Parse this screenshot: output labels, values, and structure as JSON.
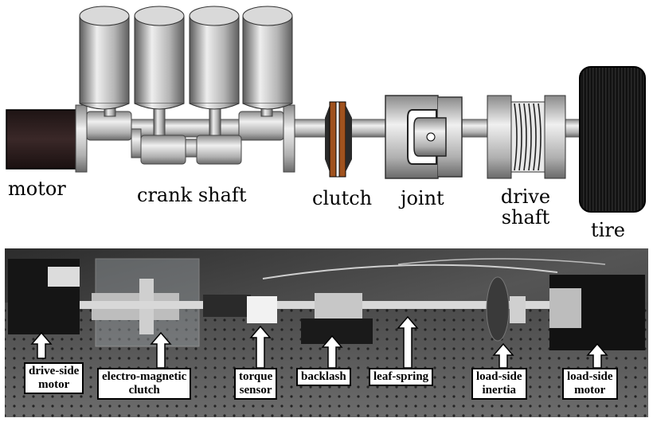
{
  "schematic": {
    "labels": {
      "motor": "motor",
      "crank_shaft": "crank shaft",
      "clutch": "clutch",
      "joint": "joint",
      "drive_shaft_line1": "drive",
      "drive_shaft_line2": "shaft",
      "tire": "tire"
    }
  },
  "photo": {
    "labels": {
      "drive_side_motor_line1": "drive-side",
      "drive_side_motor_line2": "motor",
      "electro_magnetic_clutch_line1": "electro-magnetic",
      "electro_magnetic_clutch_line2": "clutch",
      "torque_sensor_line1": "torque",
      "torque_sensor_line2": "sensor",
      "backlash": "backlash",
      "leaf_spring": "leaf-spring",
      "load_side_inertia_line1": "load-side",
      "load_side_inertia_line2": "inertia",
      "load_side_motor_line1": "load-side",
      "load_side_motor_line2": "motor"
    }
  },
  "colors": {
    "metal_light": "#e6e6e6",
    "metal_mid": "#9a9a9a",
    "metal_dark": "#4a4a4a",
    "motor": "#2a1a1a",
    "clutch_plate": "#a0521e",
    "photo_bg": "#3c3c3c"
  }
}
